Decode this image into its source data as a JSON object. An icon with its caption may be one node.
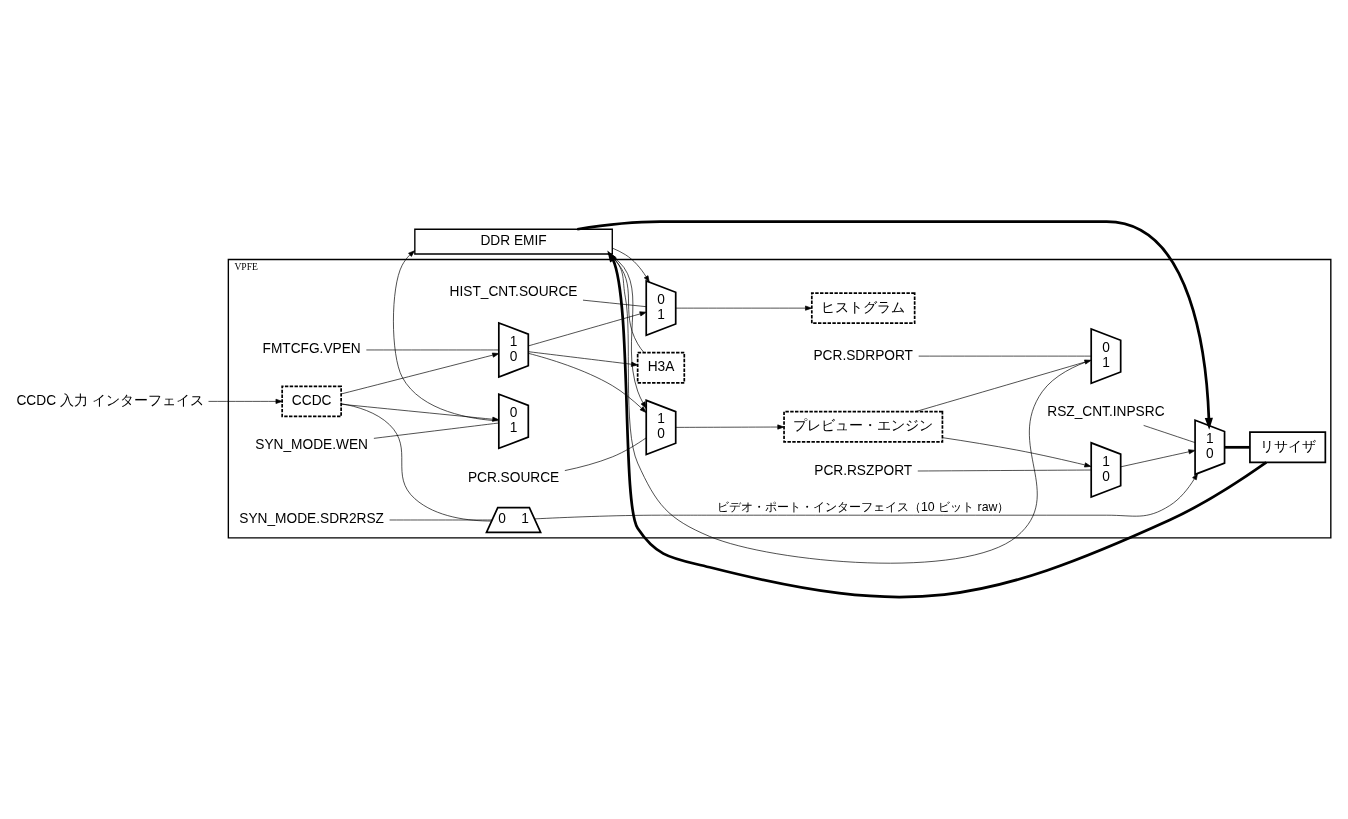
{
  "diagram": {
    "nodes": [
      {
        "text": [
          "DDR EMIF"
        ]
      },
      {
        "text": [
          "VPFE"
        ]
      },
      {
        "text": [
          "CCDC 入力 インターフェイス"
        ]
      },
      {
        "text": [
          "CCDC"
        ],
        "in": 1
      },
      {
        "text": [
          "0",
          "1"
        ],
        "in": 1
      },
      {
        "text": [
          "SYN_MODE.WEN"
        ],
        "in": 1
      },
      {
        "text": [
          "1",
          "0"
        ],
        "in": 1
      },
      {
        "text": [
          "FMTCFG.VPEN"
        ],
        "in": 1
      },
      {
        "text": [
          "0",
          "1"
        ],
        "in": 1
      },
      {
        "text": [
          "SYN_MODE.SDR2RSZ"
        ],
        "in": 1
      },
      {
        "text": [
          "1",
          "0"
        ],
        "in": 1
      },
      {
        "text": [
          "PCR.SOURCE"
        ],
        "in": 1
      },
      {
        "text": [
          "プレビュー・エンジン"
        ],
        "in": 1
      },
      {
        "text": [
          "0",
          "1"
        ],
        "in": 1
      },
      {
        "text": [
          "PCR.SDRPORT"
        ],
        "in": 1
      },
      {
        "text": [
          "1",
          "0"
        ],
        "in": 1
      },
      {
        "text": [
          "PCR.RSZPORT"
        ],
        "in": 1
      },
      {
        "text": [
          "1",
          "0"
        ],
        "in": 1
      },
      {
        "text": [
          "RSZ_CNT.INPSRC"
        ],
        "in": 1
      },
      {
        "text": [
          "リサイザ"
        ],
        "in": 1
      },
      {
        "text": [
          "H3A"
        ],
        "in": 1
      },
      {
        "text": [
          "0",
          "1"
        ],
        "in": 1
      },
      {
        "text": [
          "HIST_CNT.SOURCE"
        ],
        "in": 1
      },
      {
        "text": [
          "ヒストグラム"
        ],
        "in": 1
      }
    ],
    "edges": [
      {
        "from": 2,
        "to": 3,
        "arrow": "to"
      },
      {
        "from": 3,
        "to": 4,
        "arrow": "to"
      },
      {
        "from": 3,
        "to": 6,
        "arrow": "to"
      },
      {
        "from": 4,
        "to": 0,
        "arrow": "to"
      },
      {
        "from": 3,
        "to": 8,
        "arrow": "none"
      },
      {
        "from": 6,
        "to": 10,
        "arrow": "to"
      },
      {
        "from": 6,
        "to": 20,
        "arrow": "to"
      },
      {
        "from": 6,
        "to": 21,
        "arrow": "to"
      },
      {
        "from": 0,
        "to": 10,
        "arrow": "to"
      },
      {
        "from": 8,
        "to": 17,
        "arrow": "to",
        "label": "ビデオ・ポート・インターフェイス（10 ビット raw）"
      },
      {
        "from": 10,
        "to": 12,
        "arrow": "to"
      },
      {
        "from": 12,
        "to": 13,
        "arrow": "to"
      },
      {
        "from": 12,
        "to": 15,
        "arrow": "to"
      },
      {
        "from": 13,
        "to": 0,
        "arrow": "to"
      },
      {
        "from": 15,
        "to": 17,
        "arrow": "to"
      },
      {
        "from": 0,
        "to": 17,
        "arrow": "to",
        "style": "thick"
      },
      {
        "from": 17,
        "to": 19,
        "arrow": "none",
        "style": "thick"
      },
      {
        "from": 19,
        "to": 0,
        "arrow": "to",
        "style": "thick"
      },
      {
        "from": 20,
        "to": 0,
        "arrow": "to"
      },
      {
        "from": 0,
        "to": 21,
        "arrow": "to"
      },
      {
        "from": 21,
        "to": 23,
        "arrow": "to"
      },
      {
        "from": 5,
        "to": 4,
        "arrow": "none"
      },
      {
        "from": 7,
        "to": 6,
        "arrow": "none"
      },
      {
        "from": 9,
        "to": 8,
        "arrow": "none"
      },
      {
        "from": 11,
        "to": 10,
        "arrow": "none"
      },
      {
        "from": 14,
        "to": 13,
        "arrow": "none"
      },
      {
        "from": 16,
        "to": 15,
        "arrow": "none"
      },
      {
        "from": 18,
        "to": 17,
        "arrow": "none"
      },
      {
        "from": 22,
        "to": 21,
        "arrow": "none"
      }
    ]
  }
}
